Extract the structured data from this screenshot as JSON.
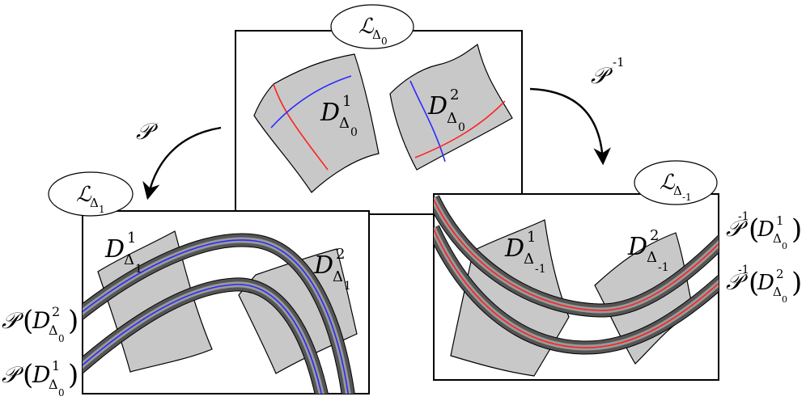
{
  "center": {
    "label_main": "ℒ",
    "label_sub": "Δ",
    "label_subsub": "0",
    "patch1": {
      "main": "D",
      "sup": "1",
      "sub": "Δ",
      "subsub": "0"
    },
    "patch2": {
      "main": "D",
      "sup": "2",
      "sub": "Δ",
      "subsub": "0"
    }
  },
  "left": {
    "label_main": "ℒ",
    "label_sub": "Δ",
    "label_subsub": "1",
    "patch1": {
      "main": "D",
      "sup": "1",
      "sub": "Δ",
      "subsub": "1"
    },
    "patch2": {
      "main": "D",
      "sup": "2",
      "sub": "Δ",
      "subsub": "1"
    },
    "strip_top": {
      "map": "𝒫",
      "main": "D",
      "sup": "2",
      "sub": "Δ",
      "subsub": "0"
    },
    "strip_bottom": {
      "map": "𝒫",
      "main": "D",
      "sup": "1",
      "sub": "Δ",
      "subsub": "0"
    }
  },
  "right": {
    "label_main": "ℒ",
    "label_sub": "Δ",
    "label_subsub": "-1",
    "patch1": {
      "main": "D",
      "sup": "1",
      "sub": "Δ",
      "subsub": "-1"
    },
    "patch2": {
      "main": "D",
      "sup": "2",
      "sub": "Δ",
      "subsub": "-1"
    },
    "strip_top": {
      "map": "𝒫",
      "exp": "-1",
      "main": "D",
      "sup": "1",
      "sub": "Δ",
      "subsub": "0"
    },
    "strip_bottom": {
      "map": "𝒫",
      "exp": "-1",
      "main": "D",
      "sup": "2",
      "sub": "Δ",
      "subsub": "0"
    }
  },
  "arrows": {
    "forward": {
      "map": "𝒫"
    },
    "inverse": {
      "map": "𝒫",
      "exp": "-1"
    }
  },
  "colors": {
    "patch_fill": "#c8c8c8",
    "strip_outer": "#555555",
    "strip_inner": "#9a9a9a",
    "red_curve": "#ff2020",
    "blue_curve": "#2a2aff"
  }
}
